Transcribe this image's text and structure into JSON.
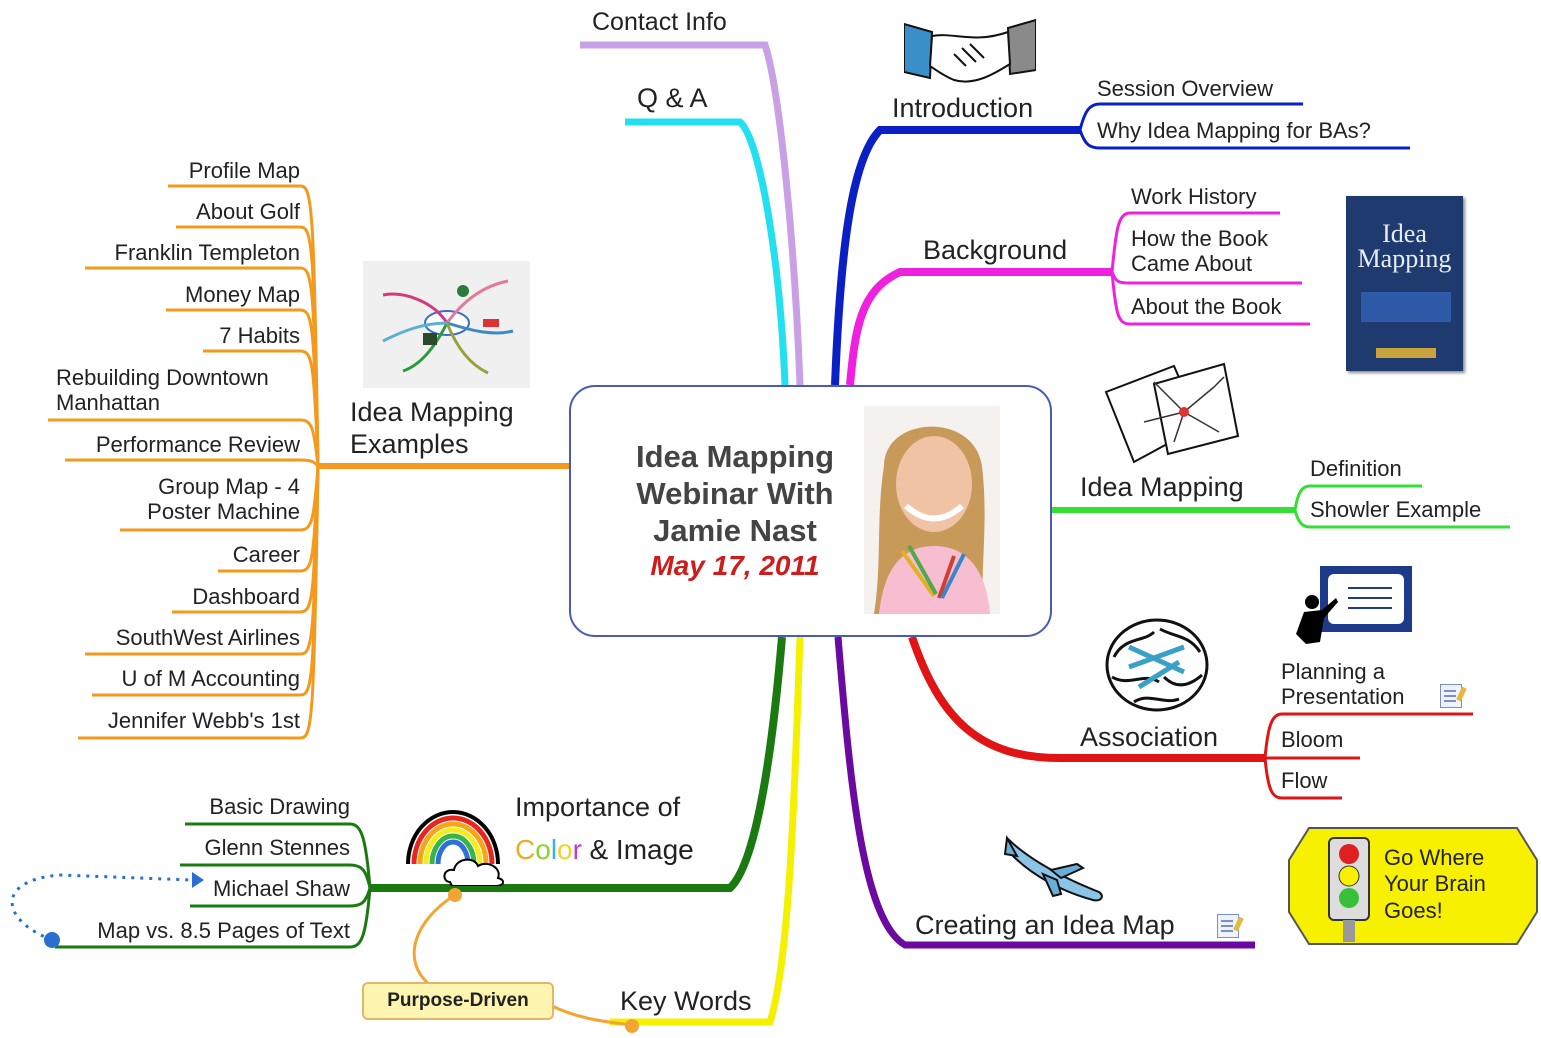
{
  "central": {
    "title": "Idea Mapping Webinar With Jamie Nast",
    "date": "May 17, 2011"
  },
  "branches": {
    "contact_info": "Contact Info",
    "qa": "Q & A",
    "introduction": {
      "label": "Introduction",
      "children": [
        "Session Overview",
        "Why Idea Mapping for BAs?"
      ]
    },
    "background": {
      "label": "Background",
      "children": [
        "Work History",
        "How the Book Came About",
        "About the Book"
      ]
    },
    "book_cover": {
      "title": "Idea Mapping"
    },
    "idea_mapping": {
      "label": "Idea Mapping",
      "children": [
        "Definition",
        "Showler Example"
      ]
    },
    "association": {
      "label": "Association",
      "children": [
        "Planning a Presentation",
        "Bloom",
        "Flow"
      ]
    },
    "creating": {
      "label": "Creating an Idea Map"
    },
    "go_where": "Go Where Your Brain Goes!",
    "key_words": "Key Words",
    "purpose_driven": "Purpose-Driven",
    "importance": {
      "label_line1": "Importance of",
      "color_letters": [
        "C",
        "o",
        "l",
        "o",
        "r"
      ],
      "label_rest": "& Image",
      "children": [
        "Basic Drawing",
        "Glenn Stennes",
        "Michael Shaw",
        "Map vs. 8.5 Pages of Text"
      ]
    },
    "examples": {
      "label": "Idea Mapping Examples",
      "children": [
        "Profile Map",
        "About Golf",
        "Franklin Templeton",
        "Money Map",
        "7 Habits",
        "Rebuilding Downtown Manhattan",
        "Performance Review",
        "Group Map - 4 Poster Machine",
        "Career",
        "Dashboard",
        "SouthWest Airlines",
        "U of M Accounting",
        "Jennifer Webb's 1st"
      ]
    }
  },
  "colors": {
    "contact": "#c9a0e6",
    "qa": "#22e0f0",
    "introduction": "#0a1fc4",
    "background": "#f020e0",
    "idea_mapping": "#33e033",
    "association": "#e01414",
    "creating": "#6a0aa0",
    "key_words": "#f5f000",
    "importance": "#1a7a10",
    "examples": "#f39a1e",
    "central_border": "#4a5ab5",
    "date": "#d01b1b"
  }
}
